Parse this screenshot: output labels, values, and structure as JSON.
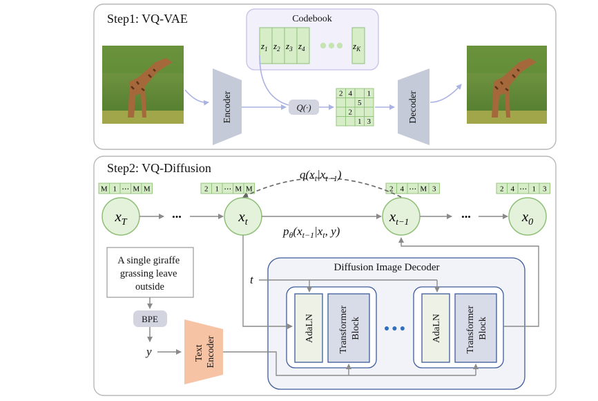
{
  "step1": {
    "title": "Step1: VQ-VAE",
    "codebook": {
      "title": "Codebook",
      "entries": [
        "z",
        "z",
        "z",
        "z"
      ],
      "entry_subs": [
        "1",
        "2",
        "3",
        "4"
      ],
      "last_entry": "z",
      "last_sub": "K"
    },
    "encoder_label": "Encoder",
    "decoder_label": "Decoder",
    "quantizer_label": "Q(·)",
    "token_grid": [
      [
        "2",
        "4",
        "",
        "1"
      ],
      [
        "",
        "",
        "5",
        ""
      ],
      [
        "",
        "2",
        "",
        ""
      ],
      [
        "",
        "",
        "1",
        "3"
      ]
    ]
  },
  "step2": {
    "title": "Step2: VQ-Diffusion",
    "token_strips": {
      "xT": [
        "M",
        "1",
        "⋯",
        "M",
        "M"
      ],
      "xt": [
        "2",
        "1",
        "⋯",
        "M",
        "M"
      ],
      "xt1": [
        "2",
        "4",
        "⋯",
        "M",
        "3"
      ],
      "x0": [
        "2",
        "4",
        "⋯",
        "1",
        "3"
      ]
    },
    "nodes": {
      "xT": {
        "base": "x",
        "sub": "T"
      },
      "xt": {
        "base": "x",
        "sub": "t"
      },
      "xt1": {
        "base": "x",
        "sub": "t−1"
      },
      "x0": {
        "base": "x",
        "sub": "0"
      }
    },
    "forward_label": {
      "q": "q(x",
      "sub1": "t",
      "bar": "|x",
      "sub2": "t−1",
      "close": ")"
    },
    "reverse_label": {
      "p": "p",
      "psub": "θ",
      "open": "(x",
      "sub1": "t−1",
      "bar": "|x",
      "sub2": "t",
      "rest": ", y)"
    },
    "ellipsis": "•••",
    "prompt_text": [
      "A single giraffe",
      "grassing leave",
      "outside"
    ],
    "bpe_label": "BPE",
    "y_label": "y",
    "t_label": "t",
    "text_encoder_label": [
      "Text",
      "Encoder"
    ],
    "decoder_title": "Diffusion Image Decoder",
    "adaln_label": "AdaLN",
    "transformer_label": [
      "Transformer",
      "Block"
    ],
    "block_ellipsis": "●●●"
  },
  "colors": {
    "token_green": "#d6edc7",
    "token_border": "#8fbf77",
    "node_fill": "#e4f1db",
    "codebook_bg": "#f2f1fb",
    "codebook_border": "#c4bfe8",
    "trapezoid": "#c4cad8",
    "text_encoder": "#f6c4a4",
    "decoder_bg": "#f1f3f9",
    "decoder_border": "#3c5a99",
    "transformer_fill": "#d8dbe8",
    "adaln_fill": "#eef1e6",
    "ellipsis_blue": "#2f6fbd"
  }
}
